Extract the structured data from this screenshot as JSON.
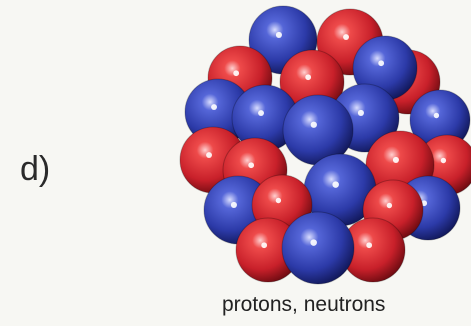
{
  "figure": {
    "panel_label": "d)",
    "caption": "protons, neutrons"
  },
  "colors": {
    "background": "#f7f7f3",
    "proton": "#c8202a",
    "neutron": "#2c3aa8"
  },
  "nucleus": {
    "particle_types": [
      "proton",
      "neutron"
    ]
  }
}
